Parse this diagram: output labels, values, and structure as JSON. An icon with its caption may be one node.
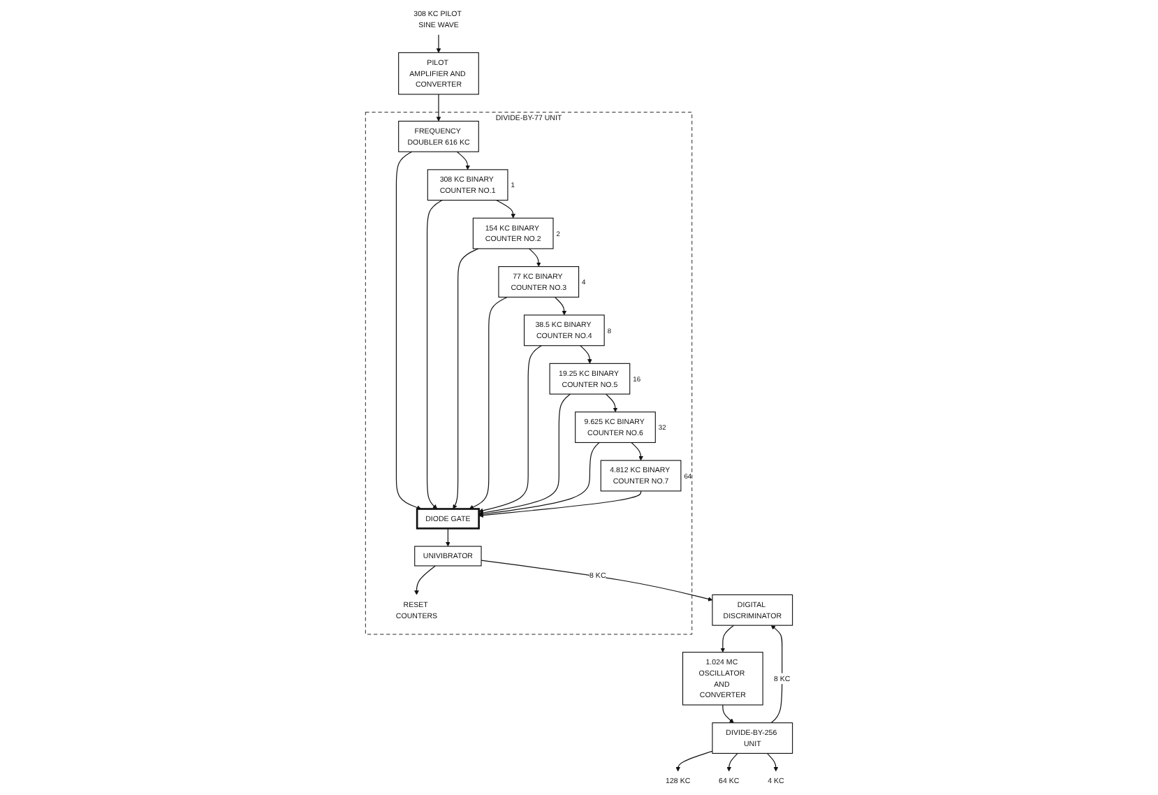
{
  "diagram": {
    "nodes": [
      {
        "text": [
          "308 KC PILOT SINE WAVE"
        ]
      },
      {
        "text": [
          "PILOT AMPLIFIER AND CONVERTER"
        ]
      },
      {
        "text": [
          "1.024 MC OSCILLATOR AND CONVERTER"
        ]
      },
      {
        "text": [
          "DIVIDE-BY-256 UNIT"
        ]
      },
      {
        "text": [
          "128 KC"
        ]
      },
      {
        "text": [
          "64 KC"
        ]
      },
      {
        "text": [
          "4 KC"
        ]
      },
      {
        "text": [
          "DIGITAL DISCRIMINATOR"
        ]
      },
      {
        "text": [
          "DIVIDE-BY-77 UNIT"
        ]
      },
      {
        "text": [
          "FREQUENCY DOUBLER 616 KC"
        ],
        "in": 8
      },
      {
        "text": [
          "308 KC BINARY COUNTER NO.1"
        ],
        "in": 8,
        "beside": [
          "1"
        ]
      },
      {
        "text": [
          "154 KC BINARY COUNTER NO.2"
        ],
        "in": 8,
        "beside": [
          "2"
        ]
      },
      {
        "text": [
          "77 KC BINARY COUNTER NO.3"
        ],
        "in": 8,
        "beside": [
          "4"
        ]
      },
      {
        "text": [
          "38.5 KC BINARY COUNTER NO.4"
        ],
        "in": 8,
        "beside": [
          "8"
        ]
      },
      {
        "text": [
          "19.25 KC BINARY COUNTER NO.5"
        ],
        "in": 8,
        "beside": [
          "16"
        ]
      },
      {
        "text": [
          "9.625 KC BINARY COUNTER NO.6"
        ],
        "in": 8,
        "beside": [
          "32"
        ]
      },
      {
        "text": [
          "4.812 KC BINARY COUNTER NO.7"
        ],
        "in": 8,
        "beside": [
          "64"
        ]
      },
      {
        "text": [
          "DIODE GATE"
        ],
        "in": 8
      },
      {
        "text": [
          "UNIVIBRATOR"
        ],
        "in": 8
      },
      {
        "text": [
          "RESET COUNTERS"
        ],
        "in": 8
      }
    ],
    "edges": [
      {
        "from": 0,
        "to": 1,
        "arrow": "to"
      },
      {
        "from": 1,
        "to": 9,
        "arrow": "to"
      },
      {
        "from": 2,
        "to": 3,
        "arrow": "to"
      },
      {
        "from": 3,
        "to": 4,
        "arrow": "to"
      },
      {
        "from": 3,
        "to": 5,
        "arrow": "to"
      },
      {
        "from": 3,
        "to": 6,
        "arrow": "to"
      },
      {
        "from": 3,
        "to": 7,
        "arrow": "to",
        "label": "8 KC"
      },
      {
        "from": 7,
        "to": 2,
        "arrow": "to"
      },
      {
        "from": 9,
        "to": 10,
        "arrow": "to"
      },
      {
        "from": 10,
        "to": 11,
        "arrow": "to"
      },
      {
        "from": 11,
        "to": 12,
        "arrow": "to"
      },
      {
        "from": 12,
        "to": 13,
        "arrow": "to"
      },
      {
        "from": 13,
        "to": 14,
        "arrow": "to"
      },
      {
        "from": 14,
        "to": 15,
        "arrow": "to"
      },
      {
        "from": 15,
        "to": 16,
        "arrow": "to"
      },
      {
        "from": 9,
        "to": 17,
        "arrow": "to"
      },
      {
        "from": 10,
        "to": 17,
        "arrow": "to"
      },
      {
        "from": 11,
        "to": 17,
        "arrow": "to"
      },
      {
        "from": 12,
        "to": 17,
        "arrow": "to"
      },
      {
        "from": 13,
        "to": 17,
        "arrow": "to"
      },
      {
        "from": 14,
        "to": 17,
        "arrow": "to"
      },
      {
        "from": 15,
        "to": 17,
        "arrow": "to"
      },
      {
        "from": 16,
        "to": 17,
        "arrow": "to"
      },
      {
        "from": 17,
        "to": 18,
        "arrow": "to"
      },
      {
        "from": 18,
        "to": 7,
        "arrow": "to",
        "label": "8 KC"
      },
      {
        "from": 18,
        "to": 19,
        "arrow": "to"
      }
    ]
  }
}
